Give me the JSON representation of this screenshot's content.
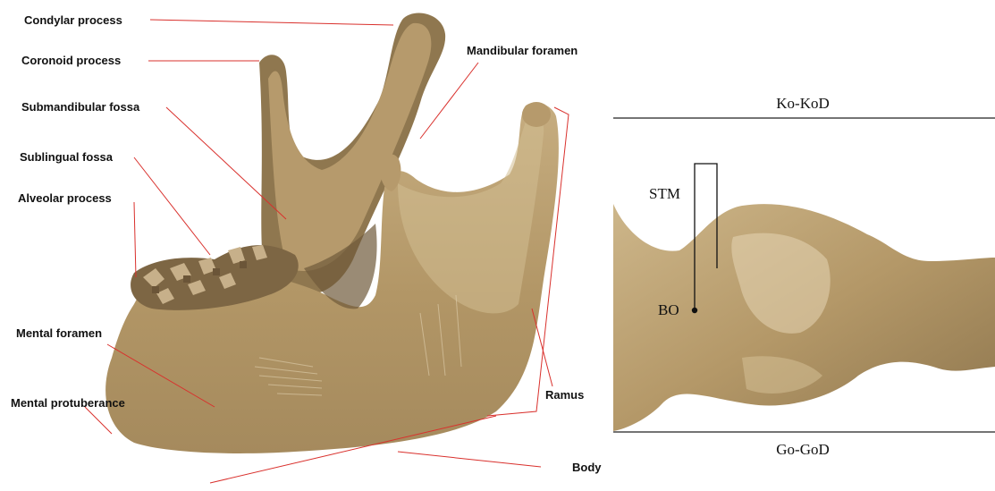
{
  "left_figure": {
    "labels": {
      "condylar": "Condylar process",
      "coronoid": "Coronoid process",
      "submandibular": "Submandibular fossa",
      "sublingual": "Sublingual fossa",
      "alveolar": "Alveolar process",
      "mental_foramen": "Mental foramen",
      "mental_protuberance": "Mental protuberance",
      "mandibular_foramen": "Mandibular foramen",
      "ramus": "Ramus",
      "body": "Body"
    }
  },
  "right_figure": {
    "labels": {
      "top_line": "Ko-KoD",
      "bottom_line": "Go-GoD",
      "stm": "STM",
      "bo": "BO"
    }
  },
  "colors": {
    "bone": "#b69a6c",
    "leader_lines": "#d9302c"
  }
}
